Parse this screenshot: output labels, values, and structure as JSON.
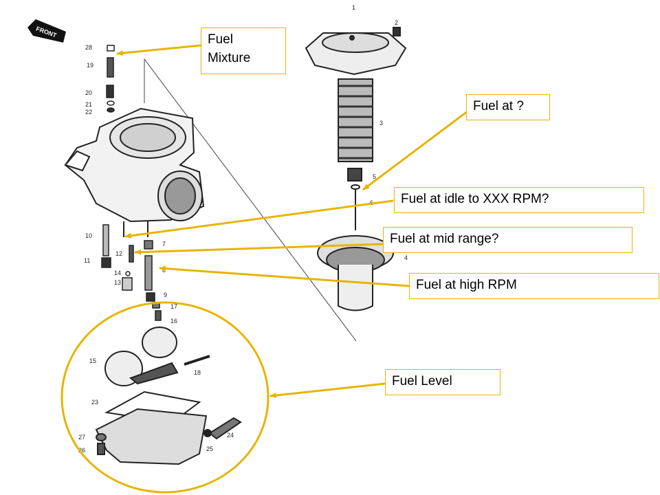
{
  "front_tag": "FRONT",
  "part_numbers": [
    "1",
    "2",
    "3",
    "4",
    "5",
    "6",
    "7",
    "8",
    "9",
    "10",
    "11",
    "12",
    "13",
    "14",
    "15",
    "16",
    "17",
    "18",
    "19",
    "20",
    "21",
    "22",
    "23",
    "24",
    "25",
    "26",
    "27",
    "28"
  ],
  "callouts": {
    "fuel_mixture": "Fuel\nMixture",
    "fuel_at": "Fuel at ?",
    "fuel_idle": "Fuel at idle to XXX RPM?",
    "fuel_mid": "Fuel at mid range?",
    "fuel_high": "Fuel at high RPM",
    "fuel_level": "Fuel Level"
  },
  "colors": {
    "accent": "#e8b400",
    "line": "#333333"
  }
}
